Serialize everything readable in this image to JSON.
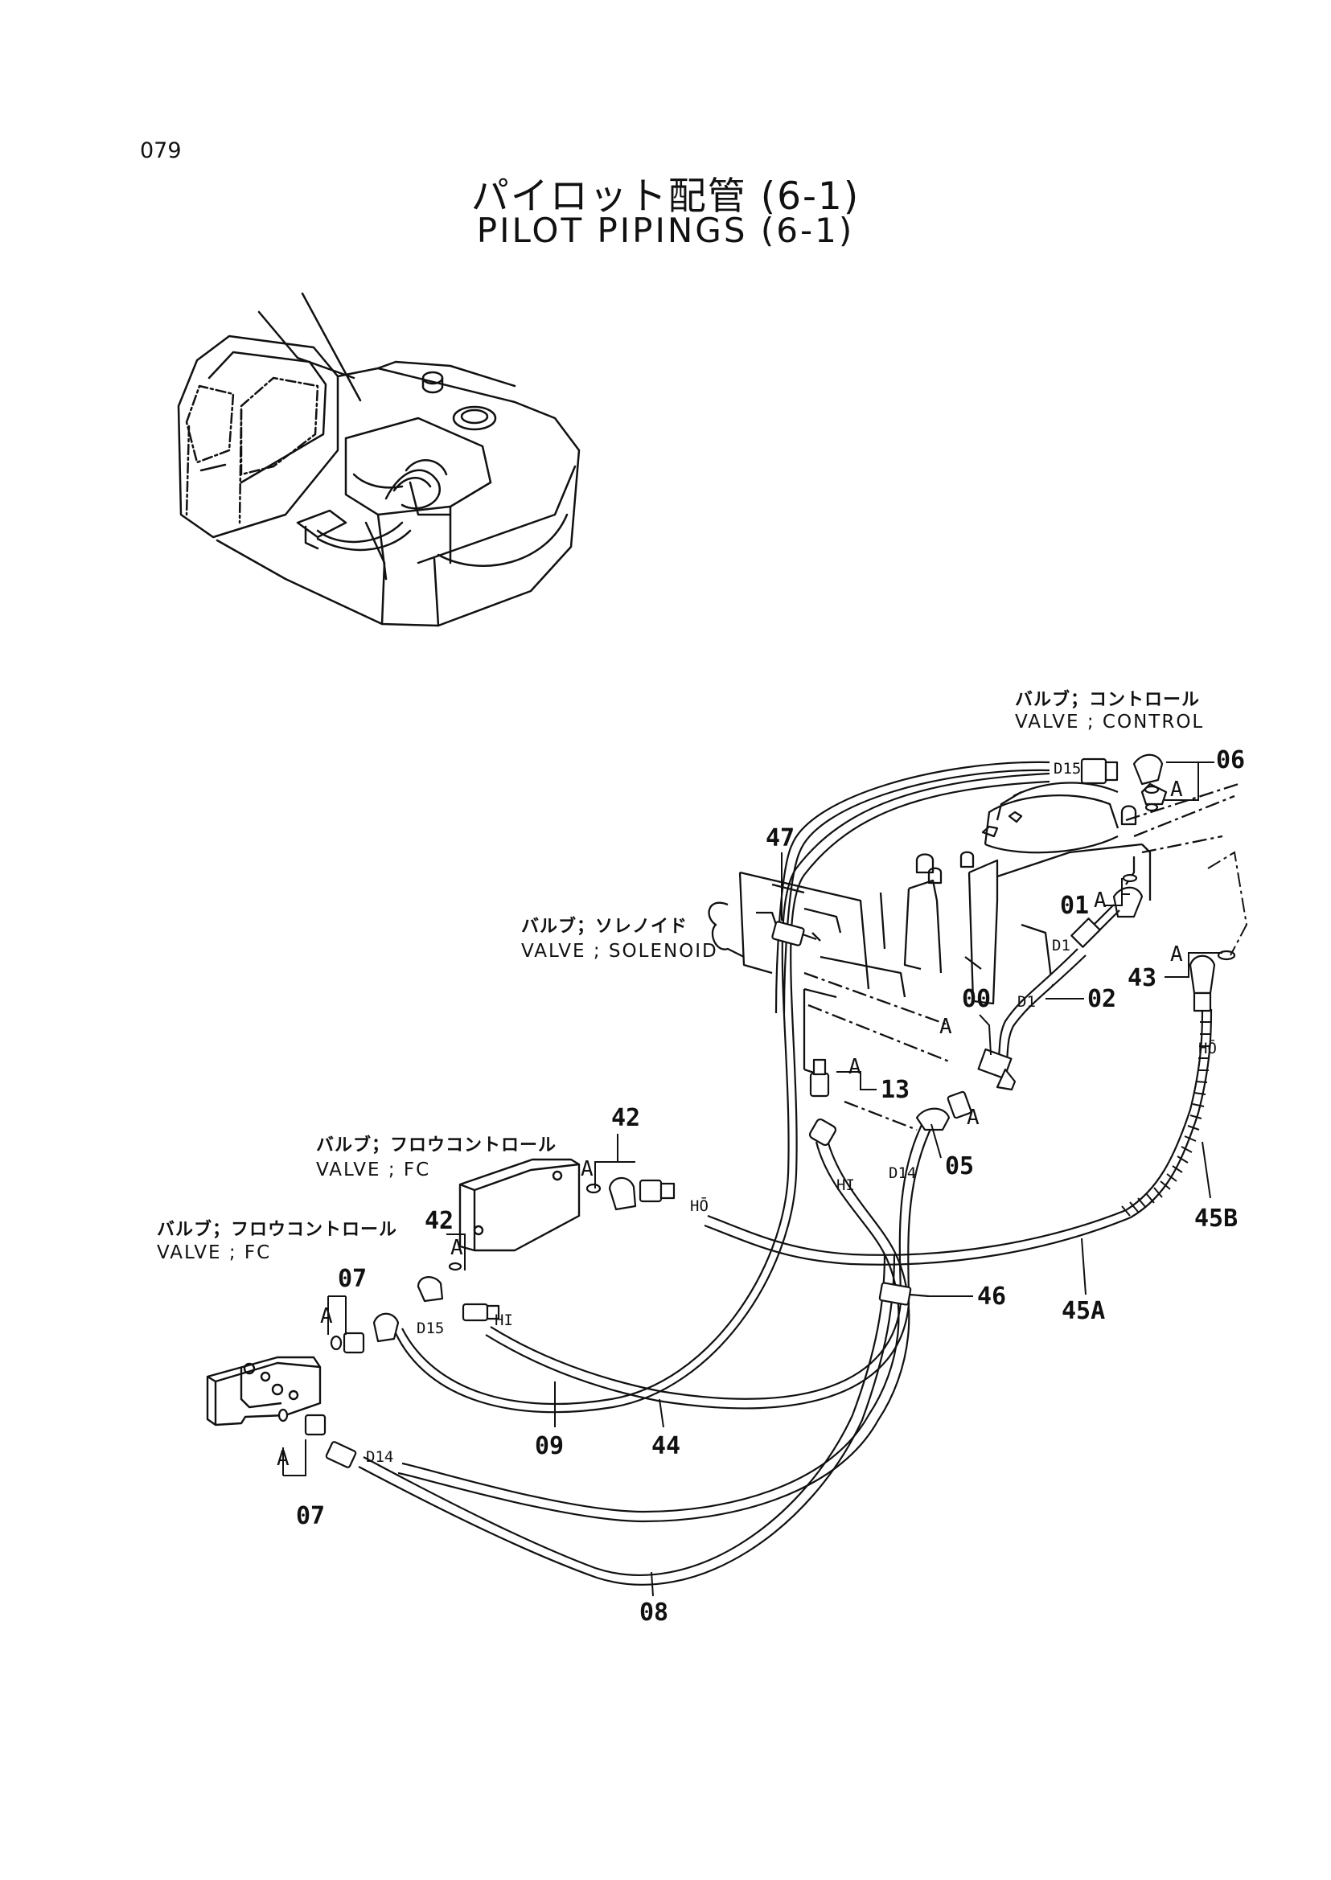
{
  "page_number": "079",
  "title": {
    "ja": "パイロット配管 (6-1)",
    "en": "PILOT PIPINGS (6-1)"
  },
  "callouts": {
    "control_valve": {
      "ja": "バルブ；コントロール",
      "en": "VALVE ; CONTROL"
    },
    "solenoid_valve": {
      "ja": "バルブ；ソレノイド",
      "en": "VALVE ; SOLENOID"
    },
    "fc_valve_upper": {
      "ja": "バルブ；フロウコントロール",
      "en": "VALVE ; FC"
    },
    "fc_valve_lower": {
      "ja": "バルブ；フロウコントロール",
      "en": "VALVE ; FC"
    }
  },
  "part_numbers": {
    "p00": "00",
    "p01": "01",
    "p02": "02",
    "p05": "05",
    "p06": "06",
    "p07_top": "07",
    "p07_bottom": "07",
    "p08": "08",
    "p09": "09",
    "p13": "13",
    "p42_top": "42",
    "p42_left": "42",
    "p43": "43",
    "p44": "44",
    "p45a": "45A",
    "p45b": "45B",
    "p46": "46",
    "p47": "47"
  },
  "hose_labels": {
    "d15_top": "D15",
    "d1_upper": "D1",
    "d1_lower": "D1",
    "d14_mid": "D14",
    "d15_lower": "D15",
    "d14_lower": "D14",
    "ho_right": "HŌ",
    "ho_fc": "HŌ",
    "hi_mid": "HI",
    "hi_fc": "HI"
  },
  "detail_marker": "A"
}
